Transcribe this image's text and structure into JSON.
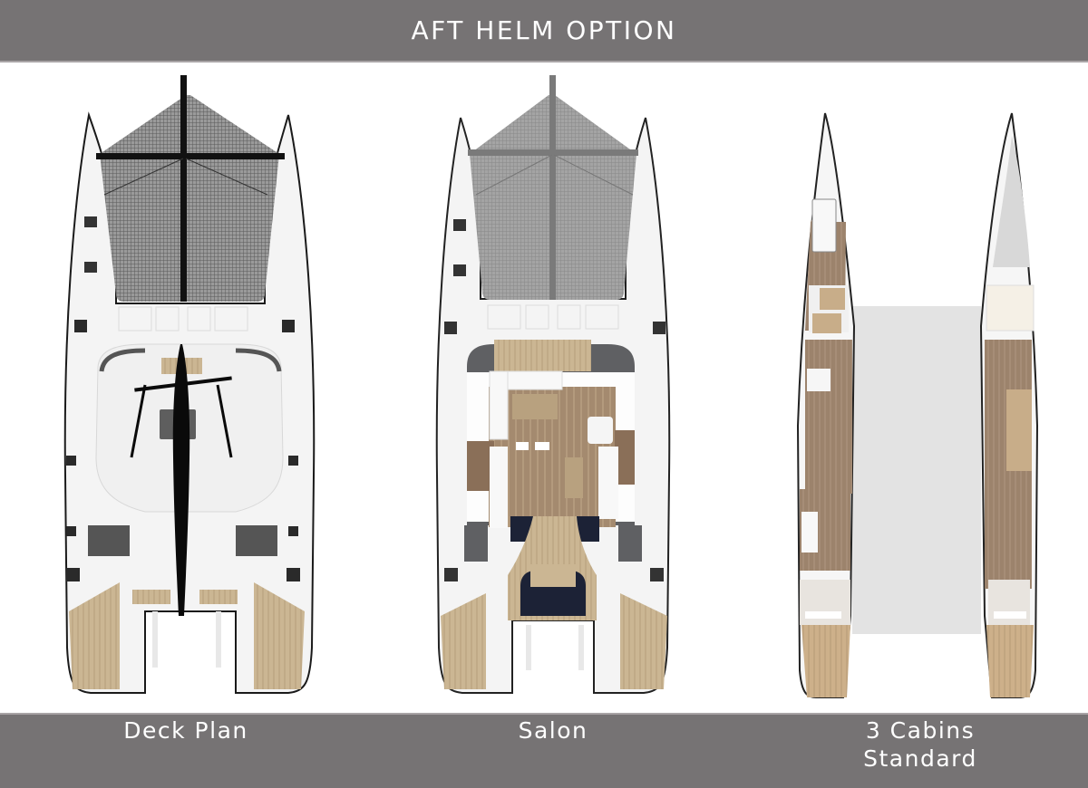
{
  "header": {
    "title": "AFT HELM OPTION",
    "background": "#767374"
  },
  "plans": [
    {
      "id": "deck-plan",
      "caption": "Deck Plan"
    },
    {
      "id": "salon",
      "caption": "Salon"
    },
    {
      "id": "cabins",
      "caption_line1": "3 Cabins",
      "caption_line2": "Standard"
    }
  ],
  "colors": {
    "hull": "#f4f4f4",
    "hull_outline": "#1a1a1a",
    "trampoline": "#8a8a8a",
    "teak": "#c9b48f",
    "dark_teak": "#8a6f58",
    "dark_cushion": "#5f6063",
    "navy": "#1c2236",
    "bridge_deck_gray": "#e3e3e3"
  }
}
